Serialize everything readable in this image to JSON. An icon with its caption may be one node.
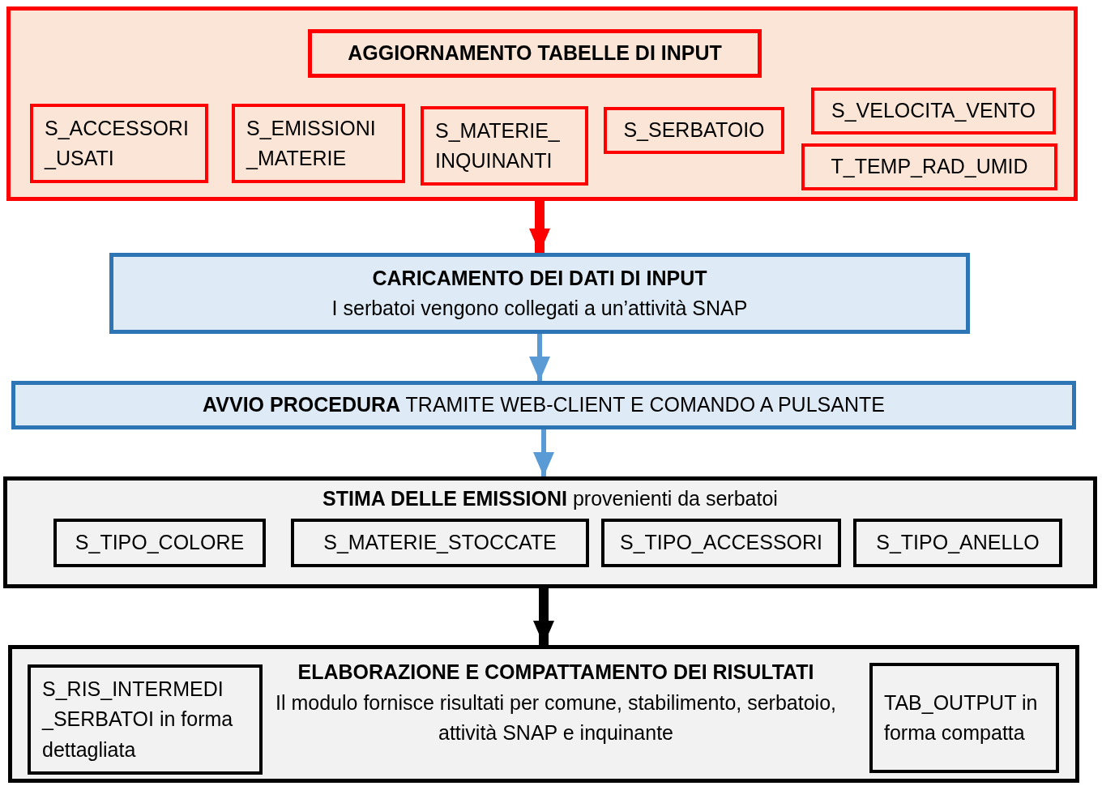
{
  "diagram": {
    "nodes": [
      {
        "text": [],
        "shape": "box"
      },
      {
        "text": [
          "AGGIORNAMENTO TABELLE DI INPUT"
        ],
        "in": 0
      },
      {
        "text": [
          "S_ACCESSORI _USATI"
        ],
        "in": 0
      },
      {
        "text": [
          "S_EMISSIONI _MATERIE"
        ],
        "in": 0
      },
      {
        "text": [
          "S_MATERIE_ INQUINANTI"
        ],
        "in": 0
      },
      {
        "text": [
          "S_SERBATOIO"
        ],
        "in": 0
      },
      {
        "text": [
          "S_VELOCITA_VENTO"
        ],
        "in": 0
      },
      {
        "text": [
          "T_TEMP_RAD_UMID"
        ],
        "in": 0
      },
      {
        "text": [
          "CARICAMENTO  DEI DATI DI INPUT",
          "I serbatoi vengono collegati a un’attività SNAP"
        ]
      },
      {
        "text": [
          "**AVVIO PROCEDURA** TRAMITE WEB-CLIENT E COMANDO A PULSANTE"
        ]
      },
      {
        "text": [
          "**STIMA DELLE EMISSIONI** provenienti da serbatoi"
        ]
      },
      {
        "text": [
          "S_TIPO_COLORE"
        ],
        "in": 10
      },
      {
        "text": [
          "S_MATERIE_STOCCATE"
        ],
        "in": 10
      },
      {
        "text": [
          "S_TIPO_ACCESSORI"
        ],
        "in": 10
      },
      {
        "text": [
          "S_TIPO_ANELLO"
        ],
        "in": 10
      },
      {
        "text": [
          "ELABORAZIONE E COMPATTAMENTO  DEI RISULTATI",
          "Il modulo fornisce risultati per comune, stabilimento, serbatoio, attività SNAP e inquinante"
        ]
      },
      {
        "text": [
          "S_RIS_INTERMEDI _SERBATOI in forma dettagliata"
        ],
        "in": 15
      },
      {
        "text": [
          "TAB_OUTPUT in forma compatta"
        ],
        "in": 15
      }
    ],
    "edges": [
      {
        "from": 0,
        "to": 8,
        "arrow": "to",
        "style": "thick",
        "color": "#ff0000"
      },
      {
        "from": 8,
        "to": 9,
        "arrow": "to"
      },
      {
        "from": 9,
        "to": 10,
        "arrow": "to"
      },
      {
        "from": 10,
        "to": 15,
        "arrow": "to",
        "style": "thick",
        "color": "#000000"
      }
    ]
  }
}
